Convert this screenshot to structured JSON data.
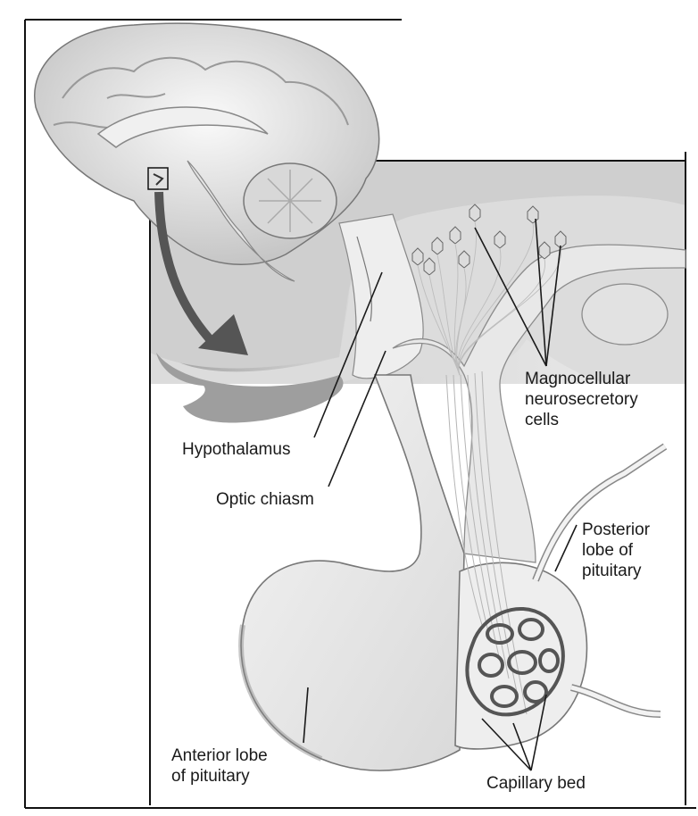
{
  "labels": {
    "magnocellular": "Magnocellular\nneurosecretory\ncells",
    "hypothalamus": "Hypothalamus",
    "optic_chiasm": "Optic chiasm",
    "posterior_lobe": "Posterior\nlobe of\npituitary",
    "anterior_lobe": "Anterior lobe\nof pituitary",
    "capillary_bed": "Capillary bed"
  },
  "colors": {
    "line": "#1a1a1a",
    "tissue_light": "#e6e6e6",
    "tissue_mid": "#c9c9c9",
    "tissue_dark": "#9a9a9a",
    "arrow": "#555555"
  }
}
